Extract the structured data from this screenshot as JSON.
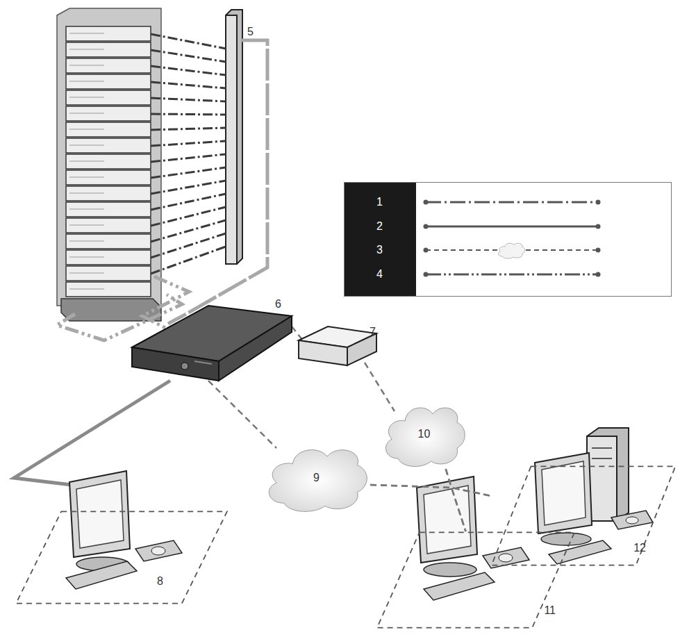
{
  "diagram": {
    "nodes": [
      {
        "text": [
          "10"
        ]
      },
      {
        "text": [
          "9"
        ]
      },
      {
        "text": [
          "8"
        ]
      },
      {
        "text": [
          "11"
        ]
      },
      {
        "text": [
          "12"
        ]
      }
    ],
    "edges": [
      {
        "from": 1,
        "to": 3,
        "arrow": "none"
      },
      {
        "from": 1,
        "to": 4,
        "arrow": "none"
      },
      {
        "from": 0,
        "to": 3,
        "arrow": "none"
      },
      {
        "from": 0,
        "to": 4,
        "arrow": "none"
      }
    ],
    "labels": [
      "5",
      "6",
      "7"
    ],
    "legend": [
      {
        "text": "1"
      },
      {
        "text": "2"
      },
      {
        "text": "3"
      },
      {
        "text": "4"
      }
    ]
  }
}
